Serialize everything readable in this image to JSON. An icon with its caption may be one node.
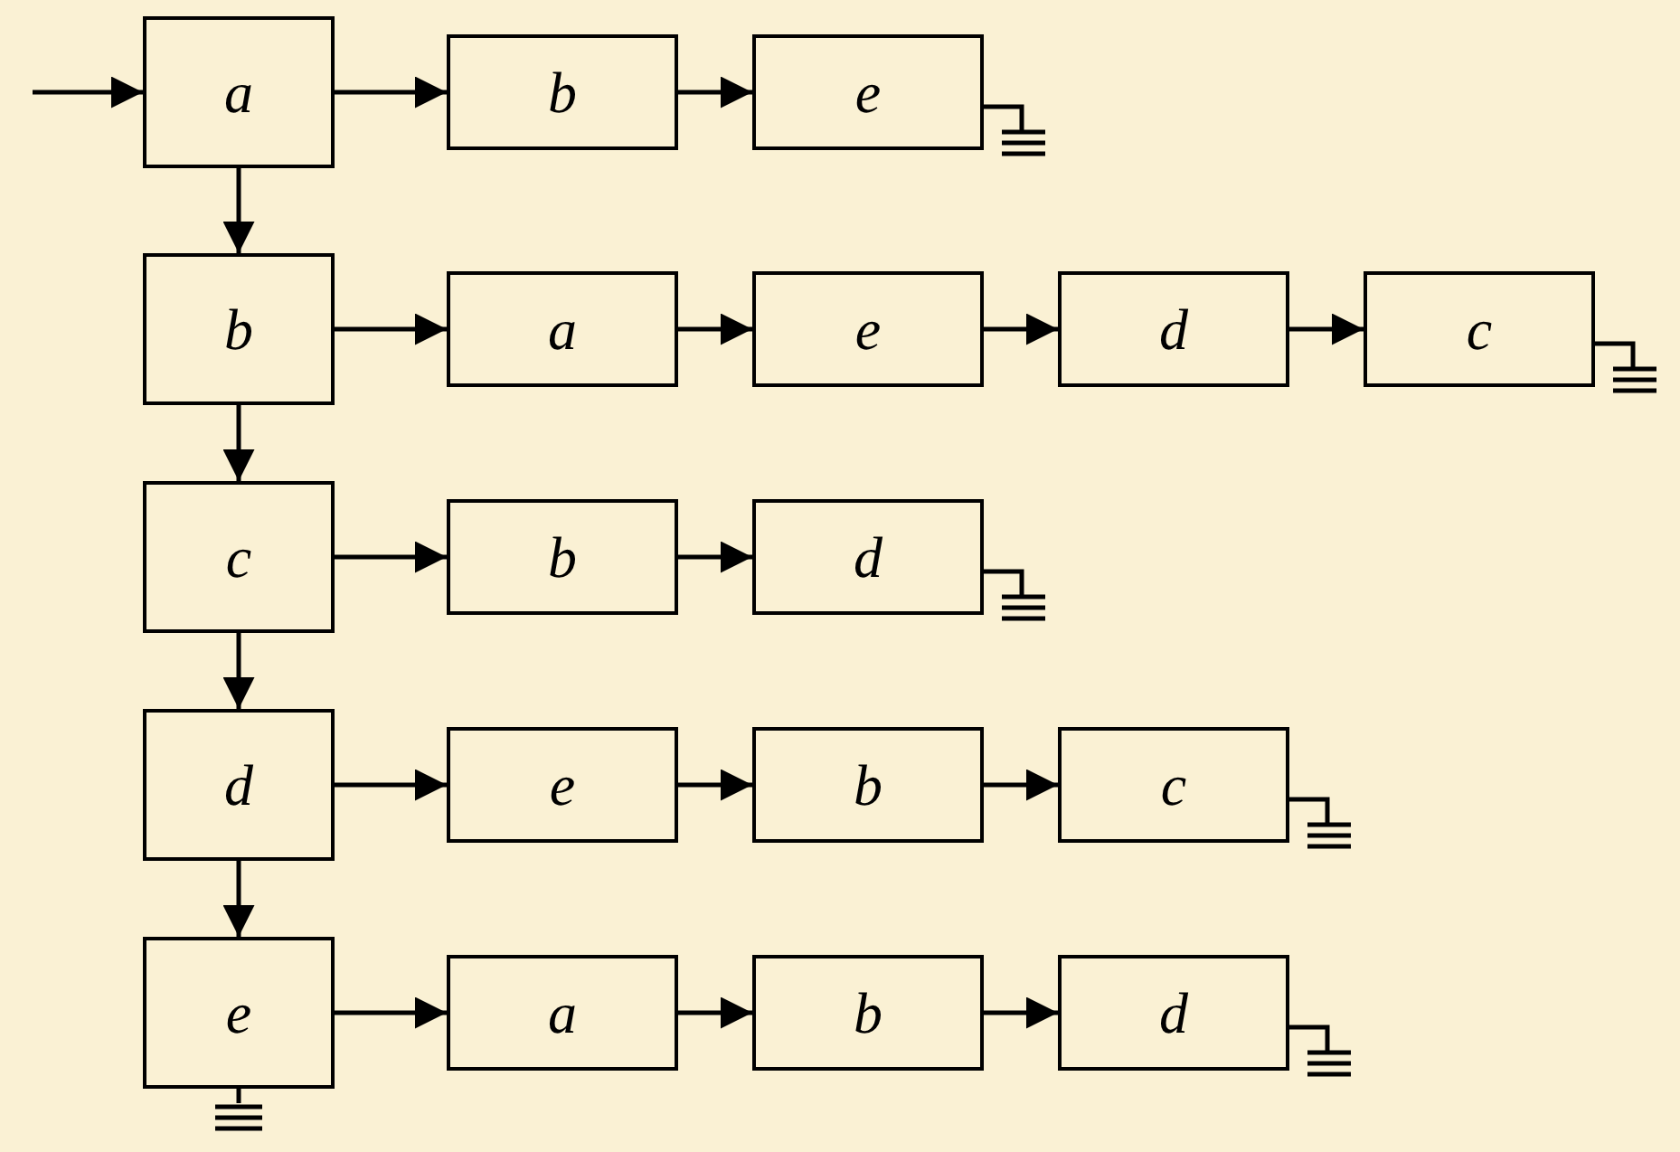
{
  "diagram": {
    "nodes": [
      {
        "text": [
          "a"
        ]
      },
      {
        "text": [
          "b"
        ]
      },
      {
        "text": [
          "e"
        ]
      },
      {
        "text": [
          "b"
        ]
      },
      {
        "text": [
          "a"
        ]
      },
      {
        "text": [
          "e"
        ]
      },
      {
        "text": [
          "d"
        ]
      },
      {
        "text": [
          "c"
        ]
      },
      {
        "text": [
          "c"
        ]
      },
      {
        "text": [
          "b"
        ]
      },
      {
        "text": [
          "d"
        ]
      },
      {
        "text": [
          "d"
        ]
      },
      {
        "text": [
          "e"
        ]
      },
      {
        "text": [
          "b"
        ]
      },
      {
        "text": [
          "c"
        ]
      },
      {
        "text": [
          "e"
        ]
      },
      {
        "text": [
          "a"
        ]
      },
      {
        "text": [
          "b"
        ]
      },
      {
        "text": [
          "d"
        ]
      }
    ],
    "edges": [
      {
        "from": null,
        "to": 0,
        "arrow": "to"
      },
      {
        "from": 0,
        "to": 1,
        "arrow": "to"
      },
      {
        "from": 1,
        "to": 2,
        "arrow": "to"
      },
      {
        "from": 3,
        "to": 4,
        "arrow": "to"
      },
      {
        "from": 4,
        "to": 5,
        "arrow": "to"
      },
      {
        "from": 5,
        "to": 6,
        "arrow": "to"
      },
      {
        "from": 6,
        "to": 7,
        "arrow": "to"
      },
      {
        "from": 8,
        "to": 9,
        "arrow": "to"
      },
      {
        "from": 9,
        "to": 10,
        "arrow": "to"
      },
      {
        "from": 11,
        "to": 12,
        "arrow": "to"
      },
      {
        "from": 12,
        "to": 13,
        "arrow": "to"
      },
      {
        "from": 13,
        "to": 14,
        "arrow": "to"
      },
      {
        "from": 15,
        "to": 16,
        "arrow": "to"
      },
      {
        "from": 16,
        "to": 17,
        "arrow": "to"
      },
      {
        "from": 17,
        "to": 18,
        "arrow": "to"
      },
      {
        "from": 0,
        "to": 3,
        "arrow": "to"
      },
      {
        "from": 3,
        "to": 8,
        "arrow": "to"
      },
      {
        "from": 8,
        "to": 11,
        "arrow": "to"
      },
      {
        "from": 11,
        "to": 15,
        "arrow": "to"
      }
    ]
  }
}
